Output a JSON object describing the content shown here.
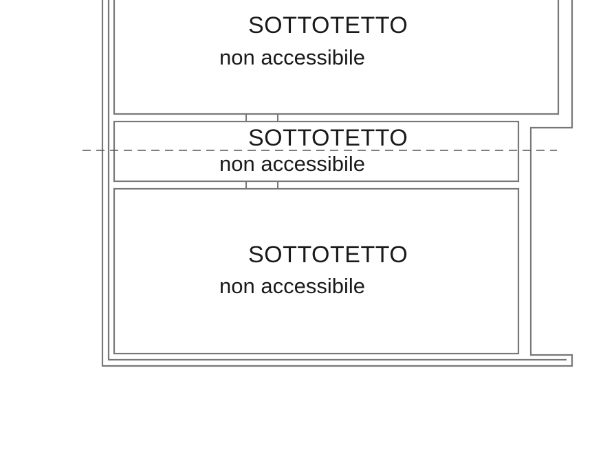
{
  "colors": {
    "background": "#ffffff",
    "wall": "#777777",
    "text": "#1a1a1a",
    "section_line": "#555555"
  },
  "rooms": [
    {
      "title": "SOTTOTETTO",
      "subtitle": "non accessibile"
    },
    {
      "title": "SOTTOTETTO",
      "subtitle": "non accessibile"
    },
    {
      "title": "SOTTOTETTO",
      "subtitle": "non accessibile"
    }
  ]
}
